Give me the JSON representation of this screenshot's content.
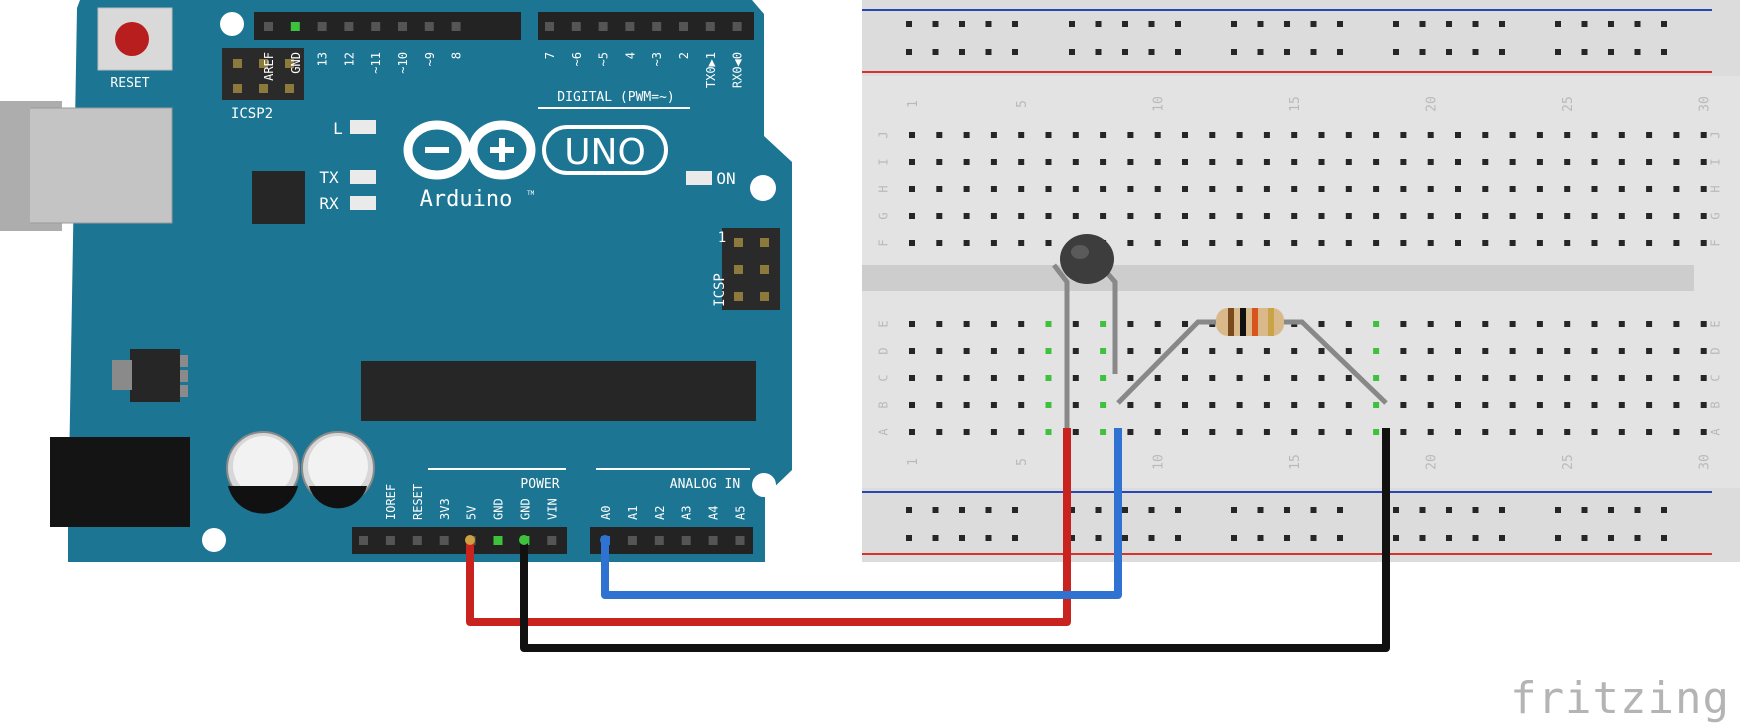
{
  "arduino": {
    "reset_label": "RESET",
    "icsp2_label": "ICSP2",
    "icsp_label": "ICSP",
    "icsp_pin1": "1",
    "led_l": "L",
    "led_tx": "TX",
    "led_rx": "RX",
    "on_label": "ON",
    "uno_label": "UNO",
    "arduino_label": "Arduino",
    "tm_label": "TM",
    "digital_label": "DIGITAL (PWM=~)",
    "power_label": "POWER",
    "analog_label": "ANALOG IN",
    "digital_pins_left": [
      "AREF",
      "GND",
      "13",
      "12",
      "~11",
      "~10",
      "~9",
      "8"
    ],
    "digital_pins_right": [
      "7",
      "~6",
      "~5",
      "4",
      "~3",
      "2",
      "TX0▶1",
      "RX0◀0"
    ],
    "power_pins": [
      "IOREF",
      "RESET",
      "3V3",
      "5V",
      "GND",
      "GND",
      "VIN"
    ],
    "analog_pins": [
      "A0",
      "A1",
      "A2",
      "A3",
      "A4",
      "A5"
    ],
    "colors": {
      "board": "#1b7593",
      "silk": "#ffffff",
      "header": "#232323"
    }
  },
  "breadboard": {
    "column_numbers": [
      "1",
      "5",
      "10",
      "15",
      "20",
      "25",
      "30"
    ],
    "row_letters_top": [
      "J",
      "I",
      "H",
      "G",
      "F"
    ],
    "row_letters_bottom": [
      "E",
      "D",
      "C",
      "B",
      "A"
    ],
    "colors": {
      "body": "#e2e2e2",
      "hole": "#262626",
      "active_hole": "#3ec23e",
      "red_rail": "#d9312b",
      "blue_rail": "#2a45b8"
    }
  },
  "components": {
    "thermistor": "thermistor",
    "resistor": "resistor"
  },
  "wires": {
    "colors": {
      "red": "#c8231e",
      "blue": "#2e73d1",
      "black": "#111111",
      "lead": "#888888"
    }
  },
  "brand": "fritzing"
}
